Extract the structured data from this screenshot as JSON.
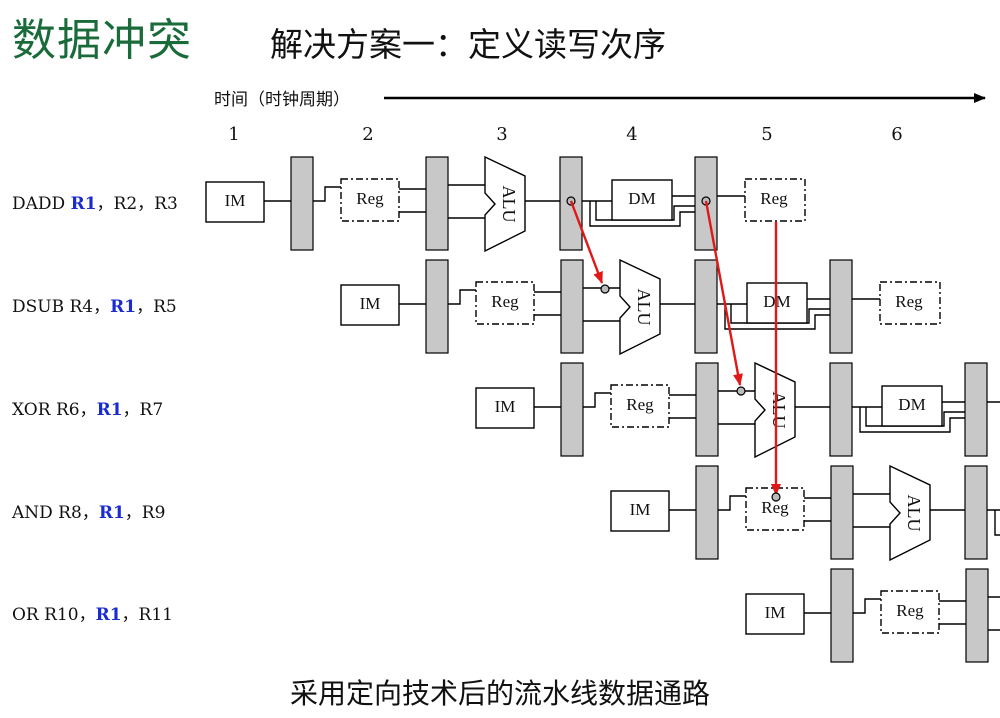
{
  "title": {
    "main": "数据冲突",
    "sub": "解决方案一：定义读写次序"
  },
  "time_axis": {
    "label": "时间（时钟周期）",
    "columns": [
      "1",
      "2",
      "3",
      "4",
      "5",
      "6"
    ]
  },
  "instructions": [
    {
      "op": "DADD ",
      "r1": "R1",
      "rest": "，R2，R3"
    },
    {
      "op": "DSUB R4，",
      "r1": "R1",
      "rest": "，R5"
    },
    {
      "op": "XOR R6，",
      "r1": "R1",
      "rest": "，R7"
    },
    {
      "op": "AND R8，",
      "r1": "R1",
      "rest": "，R9"
    },
    {
      "op": "OR R10，",
      "r1": "R1",
      "rest": "，R11"
    }
  ],
  "stages": {
    "im": "IM",
    "reg": "Reg",
    "alu": "ALU",
    "dm": "DM"
  },
  "caption": "采用定向技术后的流水线数据通路",
  "colors": {
    "title": "#1a6b3a",
    "highlight": "#1a2bd0",
    "forward_arrow": "#e01818",
    "latch": "#c8c8c8"
  }
}
